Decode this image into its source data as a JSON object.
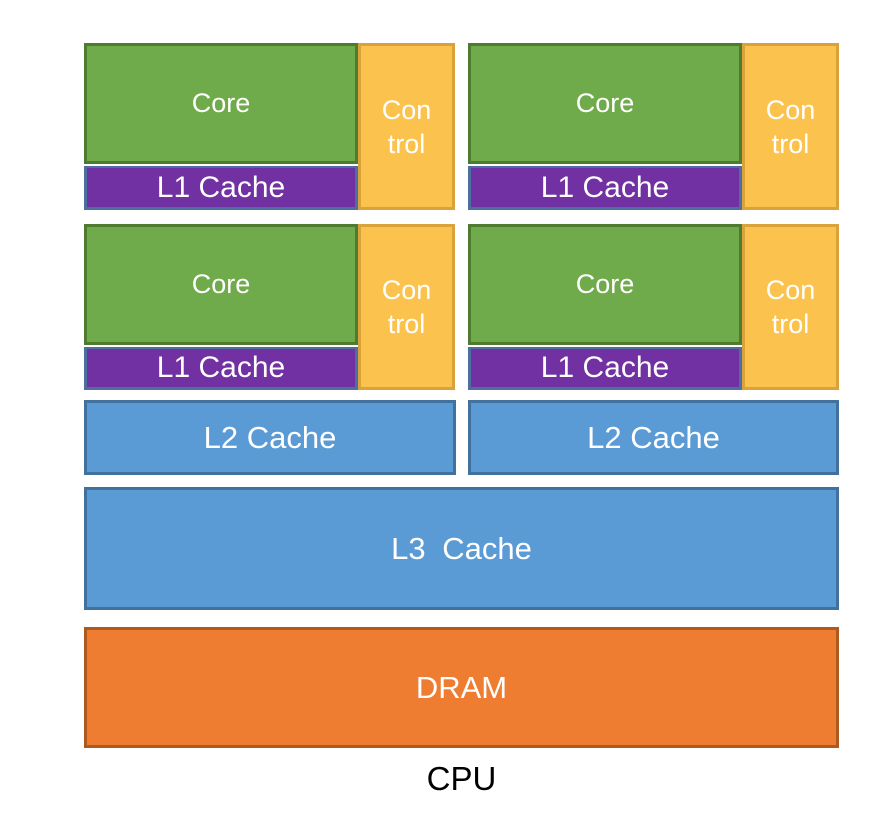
{
  "diagram": {
    "caption": "CPU",
    "colors": {
      "core_fill": "#6FAB4A",
      "core_border": "#4E7B2F",
      "control_fill": "#FBC34D",
      "control_border": "#D9A23A",
      "l1_fill": "#7231A2",
      "l1_border": "#4D6FA0",
      "cache_fill": "#5B9BD5",
      "cache_border": "#41719C",
      "dram_fill": "#EE7D31",
      "dram_border": "#AC5A1F"
    },
    "units": [
      {
        "core": "Core",
        "control_line1": "Con",
        "control_line2": "trol",
        "l1": "L1 Cache"
      },
      {
        "core": "Core",
        "control_line1": "Con",
        "control_line2": "trol",
        "l1": "L1 Cache"
      },
      {
        "core": "Core",
        "control_line1": "Con",
        "control_line2": "trol",
        "l1": "L1 Cache"
      },
      {
        "core": "Core",
        "control_line1": "Con",
        "control_line2": "trol",
        "l1": "L1 Cache"
      }
    ],
    "l2": [
      {
        "label": "L2 Cache"
      },
      {
        "label": "L2 Cache"
      }
    ],
    "l3": {
      "label": "L3 Cache"
    },
    "dram": {
      "label": "DRAM"
    }
  }
}
